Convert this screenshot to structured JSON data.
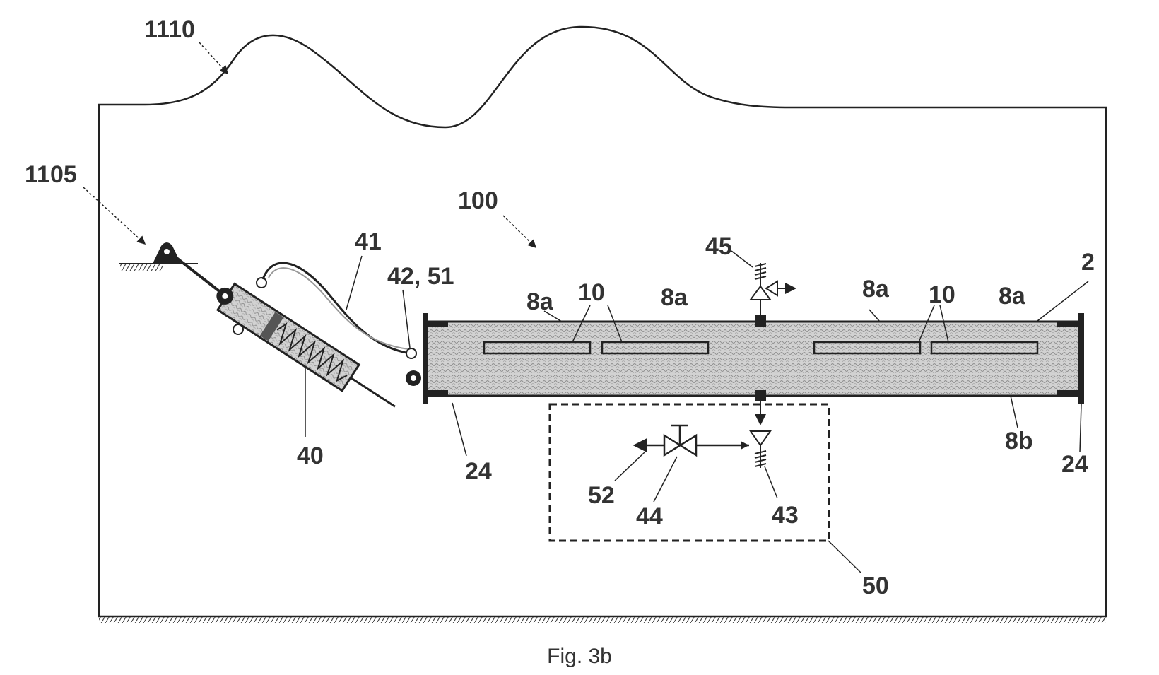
{
  "figure": {
    "caption": "Fig. 3b",
    "labels": {
      "sea_surface": "1110",
      "seabed_anchor": "1105",
      "device": "100",
      "connector": "41",
      "connection_point": "42, 51",
      "actuator": "40",
      "valve_top": "45",
      "housing": "2",
      "chamber_top_1": "8a",
      "chamber_top_2": "8a",
      "chamber_top_3": "8a",
      "chamber_top_4": "8a",
      "chamber_bottom": "8b",
      "bladder_pair_left": "10",
      "bladder_pair_right": "10",
      "end_plate_left": "24",
      "end_plate_right": "24",
      "outlet": "52",
      "shutoff_valve": "44",
      "check_valve": "43",
      "valve_module": "50"
    },
    "colors": {
      "line": "#222222",
      "label": "#333333",
      "fill_texture": "#b8b8b8",
      "background": "#ffffff"
    }
  }
}
